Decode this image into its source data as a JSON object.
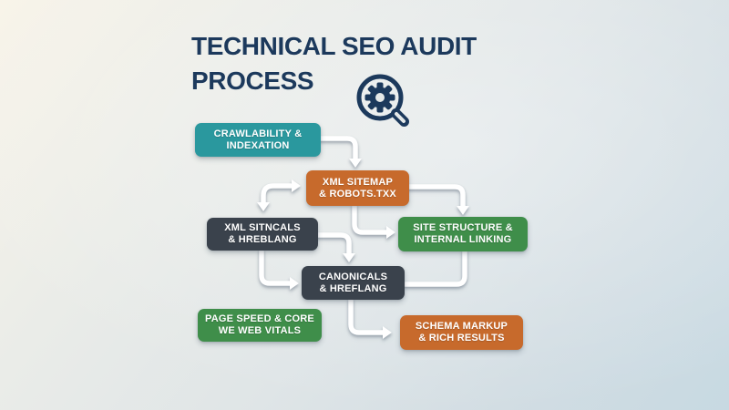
{
  "title": {
    "line1": "TECHNICAL SEO AUDIT",
    "line2": "PROCESS"
  },
  "palette": {
    "teal": "#2a989e",
    "orange": "#c76a2c",
    "slate": "#3a424c",
    "green": "#3f8e4a",
    "title_navy": "#1c395c",
    "arrow": "#ffffff"
  },
  "nodes": {
    "crawlability": {
      "line1": "CRAWLABILITY &",
      "line2": "INDEXATION",
      "color": "#2a989e"
    },
    "sitemap": {
      "line1": "XML SITEMAP",
      "line2": "& ROBOTS.TXX",
      "color": "#c76a2c"
    },
    "sitncals": {
      "line1": "XML SITNCALS",
      "line2": "& HREBLANG",
      "color": "#3a424c"
    },
    "structure": {
      "line1": "SITE STRUCTURE &",
      "line2": "INTERNAL LINKING",
      "color": "#3f8e4a"
    },
    "canonicals": {
      "line1": "CANONICALS",
      "line2": "& HREFLANG",
      "color": "#3a424c"
    },
    "pagespeed": {
      "line1": "PAGE SPEED & CORE",
      "line2": "WE WEB VITALS",
      "color": "#3f8e4a"
    },
    "schema": {
      "line1": "SCHEMA MARKUP",
      "line2": "& RICH RESULTS",
      "color": "#c76a2c"
    }
  },
  "edges": [
    {
      "from": "crawlability",
      "to": "sitemap",
      "style": "arrow",
      "route": "right-then-down"
    },
    {
      "from": "sitncals",
      "to": "sitemap",
      "style": "double-arrow",
      "route": "up-then-right"
    },
    {
      "from": "sitemap",
      "to": "structure",
      "style": "arrow",
      "route": "right-then-down"
    },
    {
      "from": "sitemap",
      "to": "structure",
      "style": "arrow",
      "route": "down-then-right"
    },
    {
      "from": "sitncals",
      "to": "canonicals",
      "style": "arrow",
      "route": "right-then-down"
    },
    {
      "from": "sitncals",
      "to": "canonicals",
      "style": "arrow",
      "route": "down-then-right"
    },
    {
      "from": "structure",
      "to": "canonicals",
      "style": "plain-line",
      "route": "down-then-left"
    },
    {
      "from": "canonicals",
      "to": "schema",
      "style": "arrow",
      "route": "down-then-right"
    }
  ]
}
